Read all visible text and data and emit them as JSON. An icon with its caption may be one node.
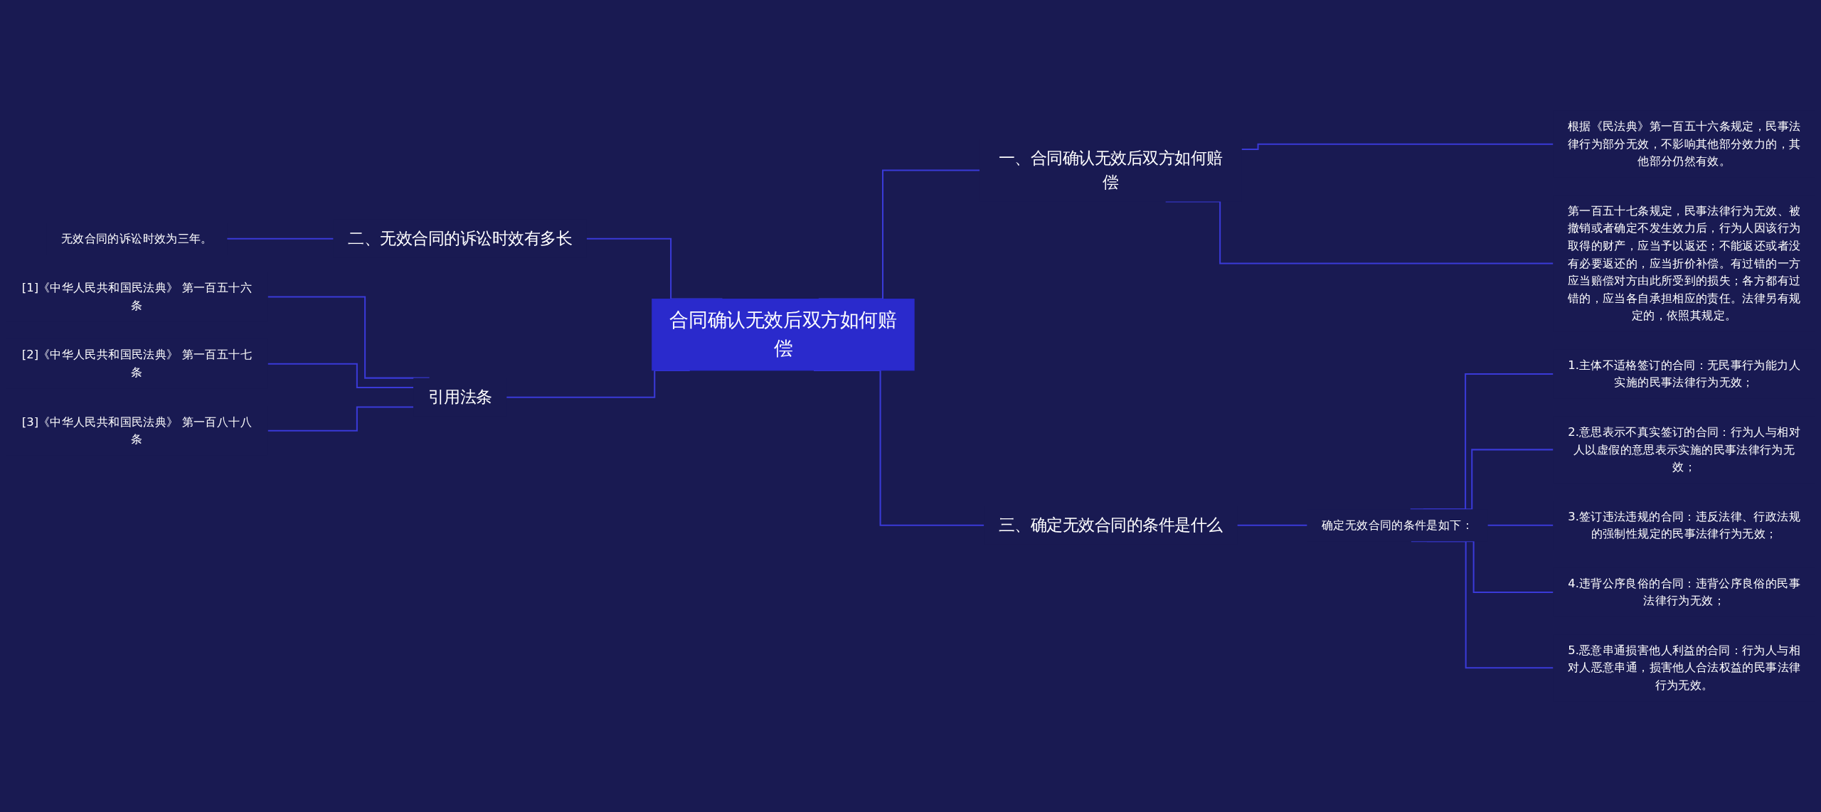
{
  "diagram": {
    "nodes": [
      {
        "text": [
          "合同确认无效后双方如何赔偿"
        ]
      },
      {
        "text": [
          "一、合同确认无效后双方如何赔偿"
        ]
      },
      {
        "text": [
          "根据《民法典》第一百五十六条规定，民事法律行为部分无效，不影响其他部分效力的，其他部分仍然有效。"
        ]
      },
      {
        "text": [
          "第一百五十七条规定，民事法律行为无效、被撤销或者确定不发生效力后，行为人因该行为取得的财产，应当予以返还；不能返还或者没有必要返还的，应当折价补偿。有过错的一方应当赔偿对方由此所受到的损失；各方都有过错的，应当各自承担相应的责任。法律另有规定的，依照其规定。"
        ]
      },
      {
        "text": [
          "二、无效合同的诉讼时效有多长"
        ]
      },
      {
        "text": [
          "无效合同的诉讼时效为三年。"
        ]
      },
      {
        "text": [
          "引用法条"
        ]
      },
      {
        "text": [
          "[1]《中华人民共和国民法典》 第一百五十六条"
        ]
      },
      {
        "text": [
          "[2]《中华人民共和国民法典》 第一百五十七条"
        ]
      },
      {
        "text": [
          "[3]《中华人民共和国民法典》 第一百八十八条"
        ]
      },
      {
        "text": [
          "三、确定无效合同的条件是什么"
        ]
      },
      {
        "text": [
          "确定无效合同的条件是如下："
        ]
      },
      {
        "text": [
          "1.主体不适格签订的合同：无民事行为能力人实施的民事法律行为无效；"
        ]
      },
      {
        "text": [
          "2.意思表示不真实签订的合同：行为人与相对人以虚假的意思表示实施的民事法律行为无效；"
        ]
      },
      {
        "text": [
          "3.签订违法违规的合同：违反法律、行政法规的强制性规定的民事法律行为无效；"
        ]
      },
      {
        "text": [
          "4.违背公序良俗的合同：违背公序良俗的民事法律行为无效；"
        ]
      },
      {
        "text": [
          "5.恶意串通损害他人利益的合同：行为人与相对人恶意串通，损害他人合法权益的民事法律行为无效。"
        ]
      }
    ],
    "edges": [
      {
        "from": 0,
        "to": 1,
        "arrow": "none"
      },
      {
        "from": 1,
        "to": 2,
        "arrow": "none"
      },
      {
        "from": 1,
        "to": 3,
        "arrow": "none"
      },
      {
        "from": 4,
        "to": 0,
        "arrow": "none"
      },
      {
        "from": 5,
        "to": 4,
        "arrow": "none"
      },
      {
        "from": 6,
        "to": 0,
        "arrow": "none"
      },
      {
        "from": 7,
        "to": 6,
        "arrow": "none"
      },
      {
        "from": 8,
        "to": 6,
        "arrow": "none"
      },
      {
        "from": 9,
        "to": 6,
        "arrow": "none"
      },
      {
        "from": 0,
        "to": 10,
        "arrow": "none"
      },
      {
        "from": 10,
        "to": 11,
        "arrow": "none"
      },
      {
        "from": 11,
        "to": 12,
        "arrow": "none"
      },
      {
        "from": 11,
        "to": 13,
        "arrow": "none"
      },
      {
        "from": 11,
        "to": 14,
        "arrow": "none"
      },
      {
        "from": 11,
        "to": 15,
        "arrow": "none"
      },
      {
        "from": 11,
        "to": 16,
        "arrow": "none"
      }
    ]
  }
}
